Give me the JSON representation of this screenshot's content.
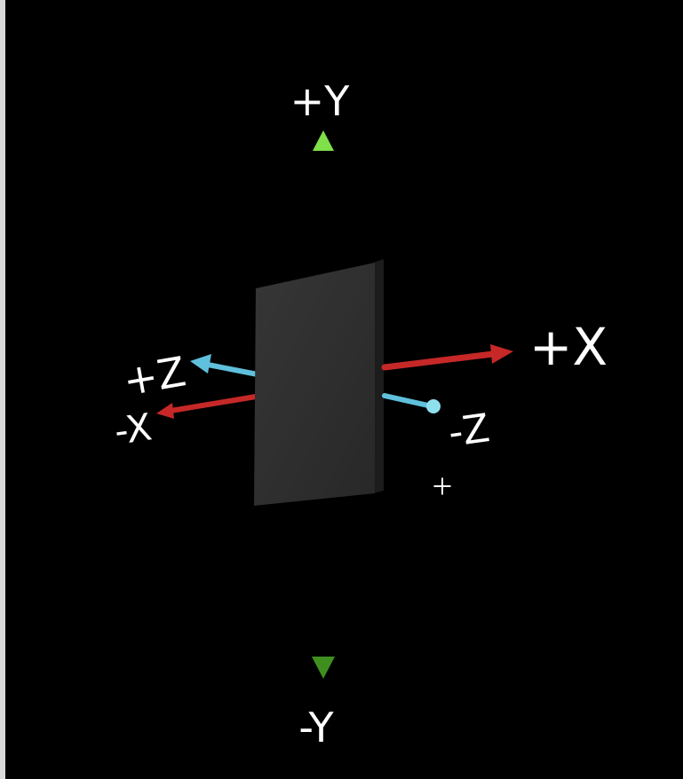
{
  "labels": {
    "plus_y": "+Y",
    "minus_y": "-Y",
    "plus_x": "+X",
    "minus_x": "-X",
    "plus_z": "+Z",
    "minus_z": "-Z"
  },
  "colors": {
    "background": "#000000",
    "y_axis": "#6fd43a",
    "y_axis_dark": "#3f8f1f",
    "x_axis": "#c62828",
    "z_axis": "#5fc0dc",
    "panel_front": "#2f2f2f",
    "panel_side": "#1c1c1c",
    "label": "#ffffff"
  },
  "icons": {
    "cursor": "crosshair-cursor-icon"
  }
}
